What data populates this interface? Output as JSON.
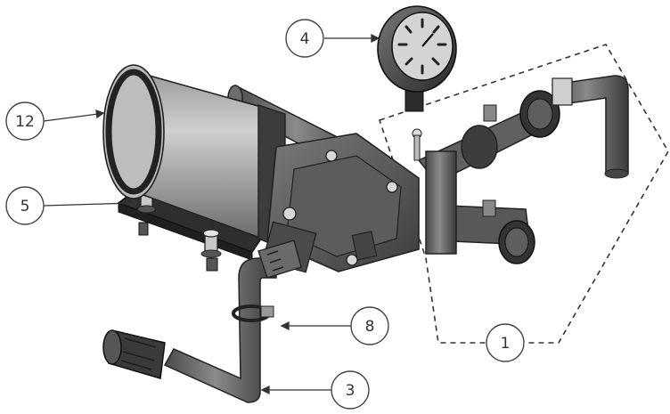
{
  "diagram": {
    "callouts": [
      {
        "id": "c4",
        "label": "4"
      },
      {
        "id": "c12",
        "label": "12"
      },
      {
        "id": "c5",
        "label": "5"
      },
      {
        "id": "c8",
        "label": "8"
      },
      {
        "id": "c3",
        "label": "3"
      },
      {
        "id": "c1",
        "label": "1"
      }
    ],
    "colors": {
      "outline": "#222222",
      "dark_part": "#3a3a3a",
      "mid_part": "#6d6d6d",
      "light_part": "#b8b8b8",
      "base_plate": "#2c2c2c",
      "callout_stroke": "#444444"
    }
  }
}
